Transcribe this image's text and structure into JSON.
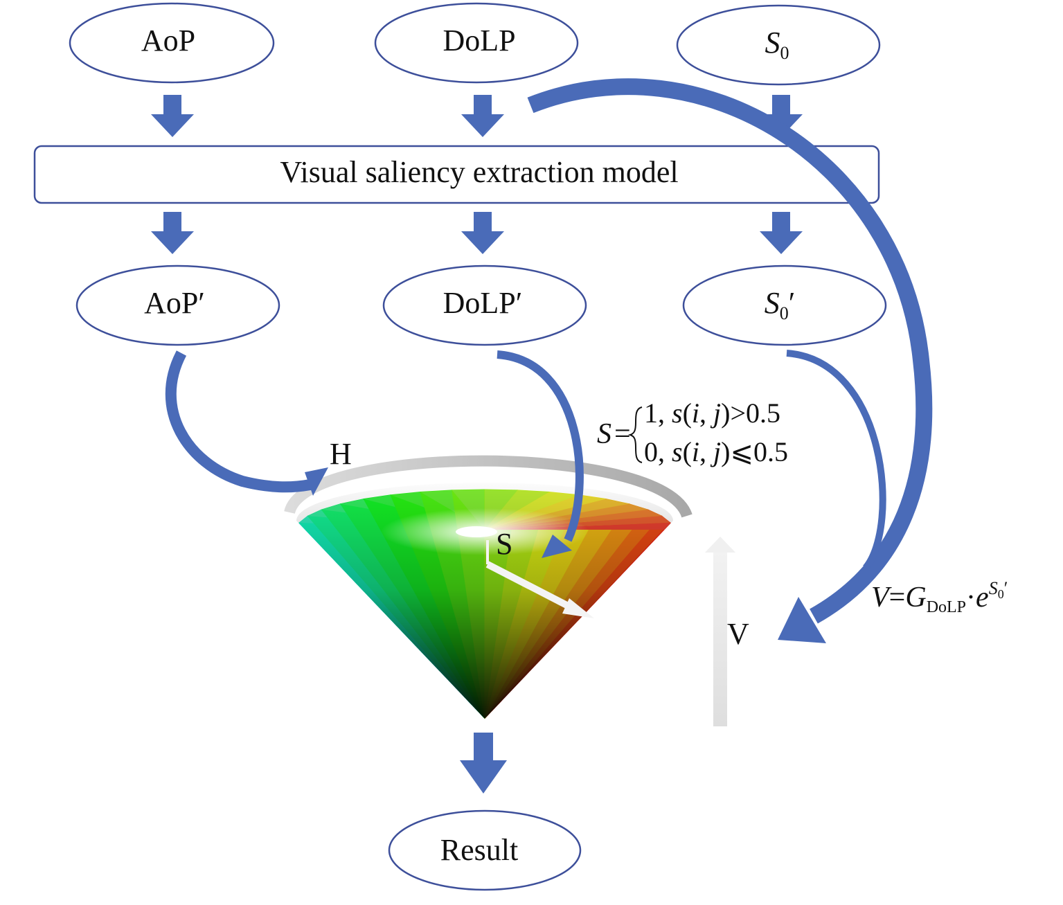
{
  "colors": {
    "node_stroke": "#3d4f9a",
    "arrow_fill": "#4a6bb8",
    "light_gray": "#dcdcdc"
  },
  "inputs": {
    "aop": "AoP",
    "dolp": "DoLP",
    "s0": {
      "base": "S",
      "sub": "0"
    }
  },
  "model": {
    "label": "Visual saliency extraction model"
  },
  "outputs": {
    "aop_prime": "AoP′",
    "dolp_prime": "DoLP′",
    "s0_prime": {
      "base": "S",
      "sub": "0",
      "prime": "′"
    }
  },
  "cone_labels": {
    "h": "H",
    "s": "S",
    "v": "V"
  },
  "formula_s": {
    "lhs": "S",
    "eq": "=",
    "case1": {
      "val": "1, ",
      "func": "s",
      "args_open": "(",
      "i": "i",
      "comma": ", ",
      "j": "j",
      "args_close": ")",
      "cond": ">0.5"
    },
    "case2": {
      "val": "0, ",
      "func": "s",
      "args_open": "(",
      "i": "i",
      "comma": ", ",
      "j": "j",
      "args_close": ")",
      "cond": "⩽0.5"
    }
  },
  "formula_v": {
    "lhs": "V",
    "eq": "=",
    "g": "G",
    "g_sub": "DoLP",
    "dot": "·",
    "e": "e",
    "exp_base": "S",
    "exp_sub": "0",
    "exp_prime": "′"
  },
  "result": {
    "label": "Result"
  }
}
